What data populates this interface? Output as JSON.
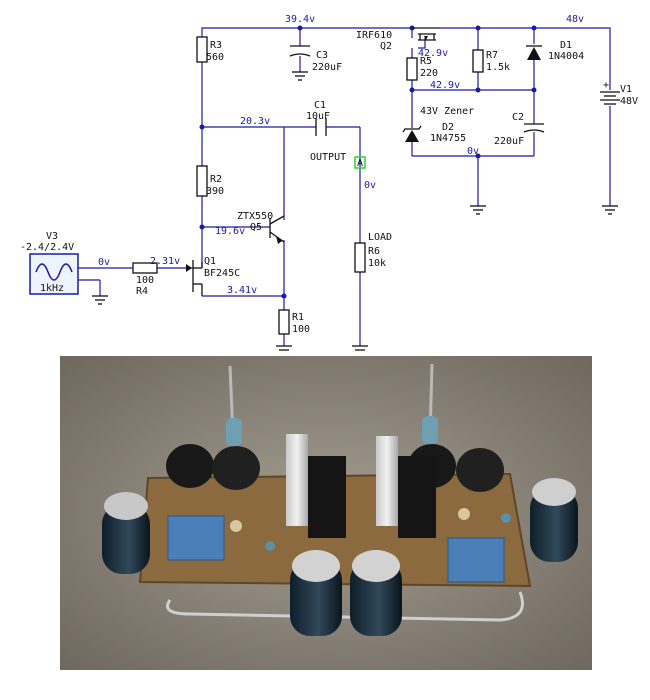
{
  "voltages": {
    "top": "39.4v",
    "supply": "48v",
    "node_r3r2": "20.3v",
    "node_q5_base": "19.6v",
    "input": "0v",
    "q1_gate": "2.31v",
    "q1_source": "3.41v",
    "q2_src_left": "42.9v",
    "q2_src_mid": "42.9v",
    "zener_bottom": "0v",
    "output": "0v"
  },
  "components": {
    "r3": {
      "ref": "R3",
      "value": "560"
    },
    "r2": {
      "ref": "R2",
      "value": "390"
    },
    "r1": {
      "ref": "R1",
      "value": "100"
    },
    "r4": {
      "ref": "R4",
      "value": "100"
    },
    "r5": {
      "ref": "R5",
      "value": "220"
    },
    "r6": {
      "ref": "R6",
      "value": "10k"
    },
    "r7": {
      "ref": "R7",
      "value": "1.5k"
    },
    "c1": {
      "ref": "C1",
      "value": "10uF"
    },
    "c2": {
      "ref": "C2",
      "value": "220uF"
    },
    "c3": {
      "ref": "C3",
      "value": "220uF"
    },
    "d1": {
      "ref": "D1",
      "value": "1N4004"
    },
    "d2": {
      "ref": "D2",
      "value": "1N4755"
    },
    "q1": {
      "ref": "Q1",
      "value": "BF245C"
    },
    "q2": {
      "ref": "Q2",
      "value": "IRF610"
    },
    "q5": {
      "ref": "Q5",
      "value": "ZTX550"
    },
    "v1": {
      "ref": "V1",
      "value": "48V"
    },
    "v3": {
      "ref": "V3",
      "value": "-2.4/2.4V",
      "freq": "1kHz"
    }
  },
  "labels": {
    "output": "OUTPUT",
    "probe": "A",
    "load": "LOAD",
    "zener": "43V Zener",
    "plus": "+"
  },
  "colors": {
    "wire": "#1a1aa8",
    "probe": "#2fd02f",
    "board": "#8a6a3e",
    "background_photo": "#8c857b"
  }
}
